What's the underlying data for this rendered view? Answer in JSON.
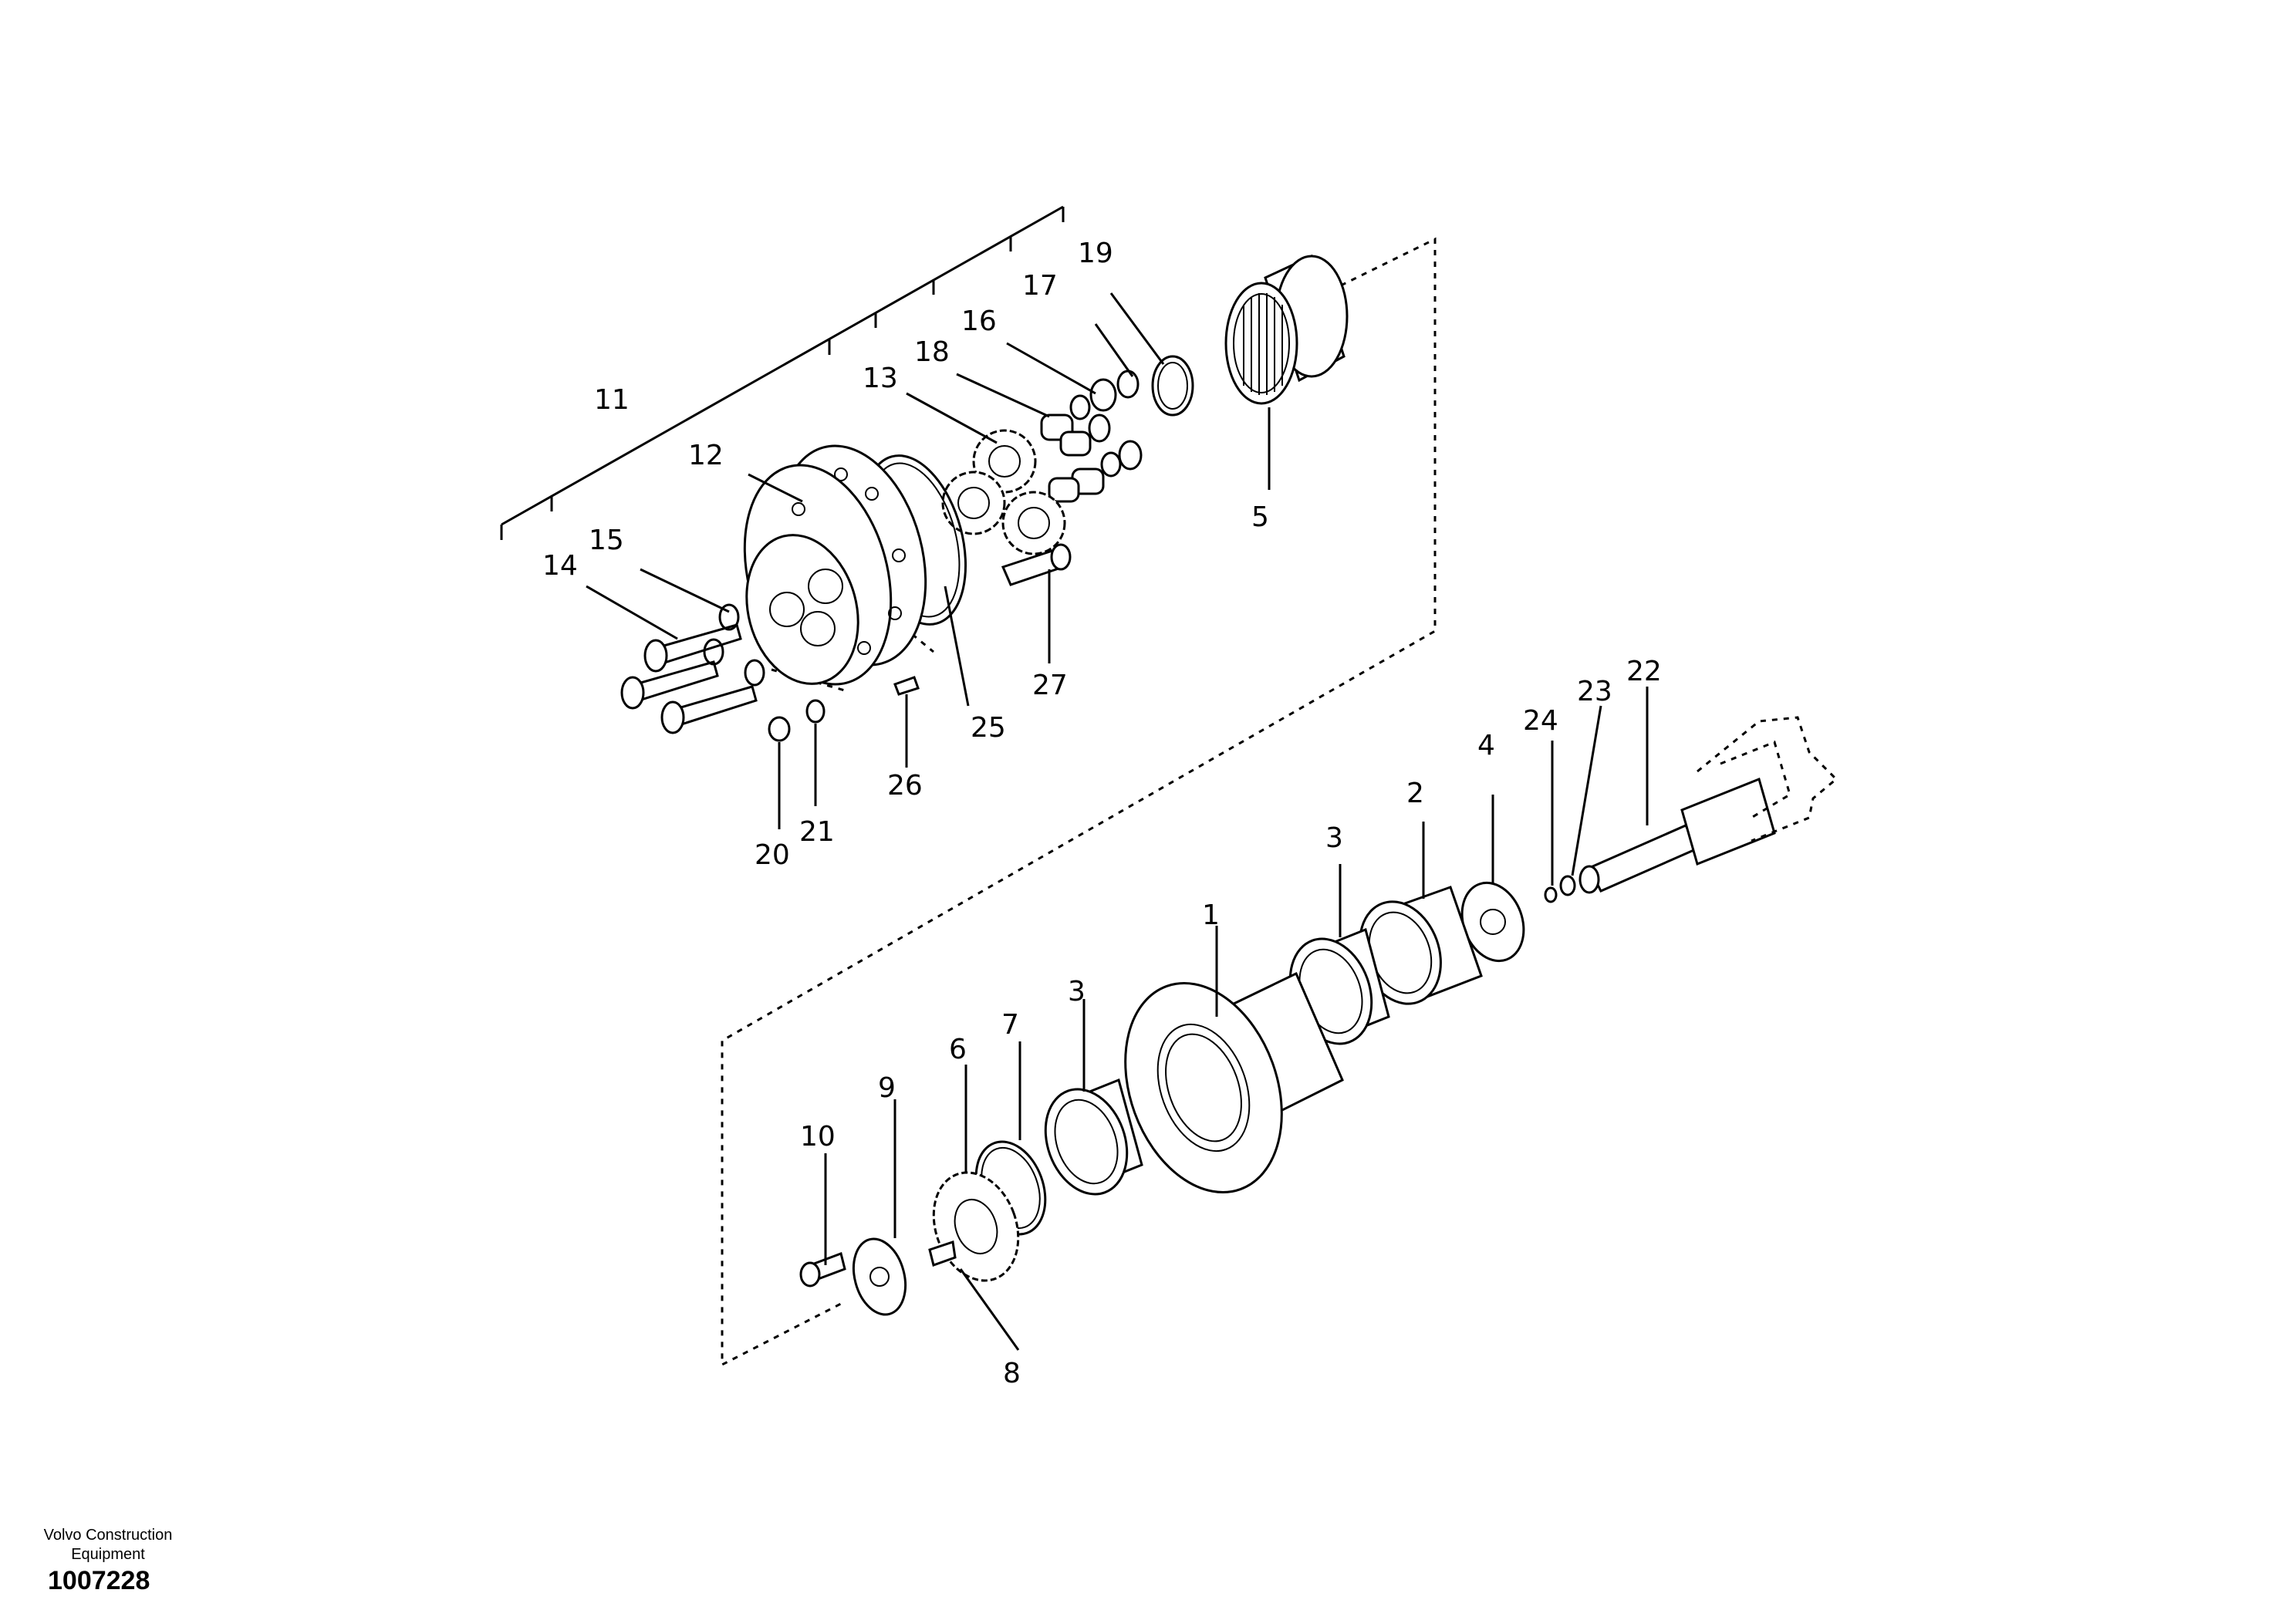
{
  "footer": {
    "brand_line1": "Volvo Construction",
    "brand_line2": "Equipment",
    "document_number": "1007228"
  },
  "callouts": {
    "c1": "1",
    "c2": "2",
    "c3a": "3",
    "c3b": "3",
    "c4": "4",
    "c5": "5",
    "c6": "6",
    "c7": "7",
    "c8": "8",
    "c9": "9",
    "c10": "10",
    "c11": "11",
    "c12": "12",
    "c13": "13",
    "c14": "14",
    "c15": "15",
    "c16": "16",
    "c17": "17",
    "c18": "18",
    "c19": "19",
    "c20": "20",
    "c21": "21",
    "c22": "22",
    "c23": "23",
    "c24": "24",
    "c25": "25",
    "c26": "26",
    "c27": "27"
  }
}
